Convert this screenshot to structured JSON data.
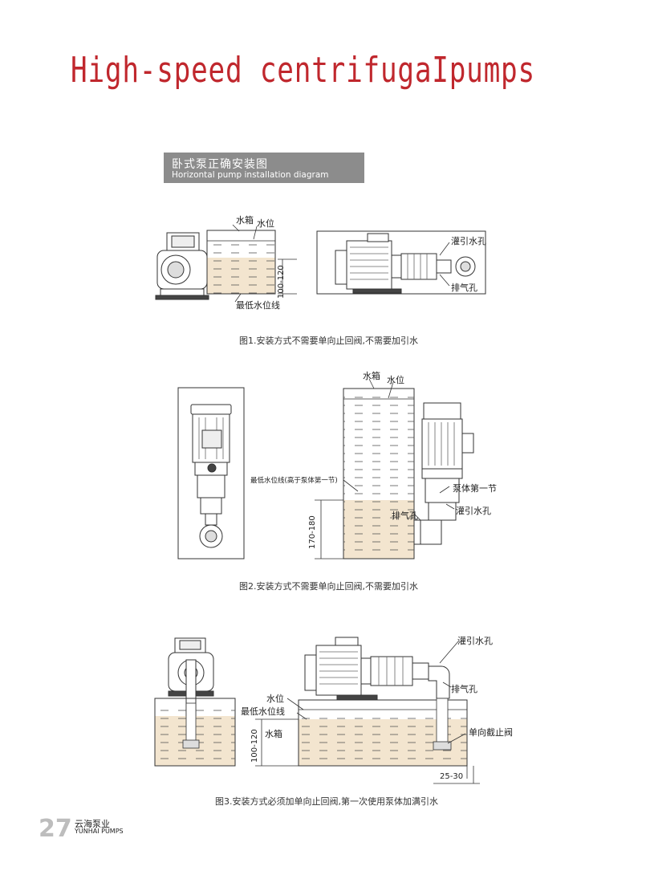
{
  "title": "High-speed centrifugaIpumps",
  "banner": {
    "cn": "卧式泵正确安装图",
    "en": "Horizontal pump installation diagram"
  },
  "fig1": {
    "tank_label": "水箱",
    "level_label": "水位",
    "dim": "100-120",
    "min_level_label": "最低水位线",
    "priming_label": "灌引水孔",
    "vent_label": "排气孔",
    "caption": "图1.安装方式不需要单向止回阀,不需要加引水"
  },
  "fig2": {
    "tank_label": "水箱",
    "level_label": "水位",
    "min_level_label": "最低水位线(高于泵体第一节)",
    "first_stage_label": "泵体第一节",
    "priming_label": "灌引水孔",
    "vent_label": "排气孔",
    "dim": "170-180",
    "caption": "图2.安装方式不需要单向止回阀,不需要加引水"
  },
  "fig3": {
    "priming_label": "灌引水孔",
    "vent_label": "排气孔",
    "level_label": "水位",
    "min_level_label": "最低水位线",
    "tank_label": "水箱",
    "dim": "100-120",
    "check_valve_label": "单向截止阀",
    "dim2": "25-30",
    "caption": "图3.安装方式必须加单向止回阀,第一次使用泵体加满引水"
  },
  "footer": {
    "page_number": "27",
    "brand_cn": "云海泵业",
    "brand_en": "YUNHAI PUMPS"
  },
  "colors": {
    "title": "#c0272d",
    "water": "#f3e5cf",
    "banner": "#8c8c8c"
  }
}
